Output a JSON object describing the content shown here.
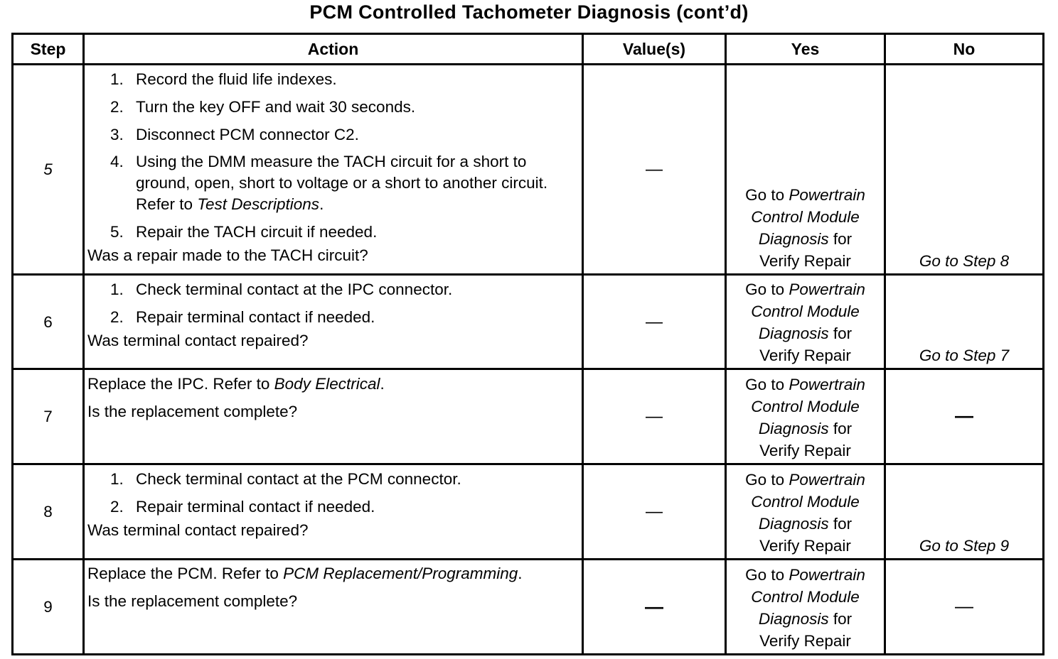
{
  "title": "PCM Controlled Tachometer Diagnosis (cont’d)",
  "headers": {
    "step": "Step",
    "action": "Action",
    "values": "Value(s)",
    "yes": "Yes",
    "no": "No"
  },
  "yes_text": {
    "prefix": "Go to",
    "link": "Powertrain Control Module Diagnosis",
    "suffix": "for Verify Repair",
    "line1a": "Go to",
    "line1b": "Powertrain",
    "line2": "Control Module",
    "line3a": "Diagnosis",
    "line3b": "for",
    "line4": "Verify Repair"
  },
  "rows": [
    {
      "step": "5",
      "items": [
        {
          "n": "1.",
          "text": "Record the fluid life indexes."
        },
        {
          "n": "2.",
          "text": "Turn the key OFF and wait 30 seconds."
        },
        {
          "n": "3.",
          "text": "Disconnect PCM connector C2."
        },
        {
          "n": "4.",
          "text": "Using the DMM measure the TACH circuit for a short to ground, open, short to voltage or a short to another circuit. Refer to",
          "ref": "Test Descriptions",
          "end": "."
        },
        {
          "n": "5.",
          "text": "Repair the TACH circuit if needed."
        }
      ],
      "question": "Was a repair made to the TACH circuit?",
      "value": "—",
      "no": "Go to Step 8"
    },
    {
      "step": "6",
      "items": [
        {
          "n": "1.",
          "text": "Check terminal contact at the IPC connector."
        },
        {
          "n": "2.",
          "text": "Repair terminal contact if needed."
        }
      ],
      "question": "Was terminal contact repaired?",
      "value": "—",
      "no": "Go to Step 7"
    },
    {
      "step": "7",
      "para_text": "Replace the IPC. Refer to",
      "para_ref": "Body Electrical",
      "para_end": ".",
      "question": "Is the replacement complete?",
      "value": "—",
      "no": "—"
    },
    {
      "step": "8",
      "items": [
        {
          "n": "1.",
          "text": "Check terminal contact at the PCM connector."
        },
        {
          "n": "2.",
          "text": "Repair terminal contact if needed."
        }
      ],
      "question": "Was terminal contact repaired?",
      "value": "—",
      "no": "Go to Step 9"
    },
    {
      "step": "9",
      "para_text": "Replace the PCM. Refer to",
      "para_ref": "PCM Replacement/Programming",
      "para_end": ".",
      "question": "Is the replacement complete?",
      "value": "—",
      "no": "—"
    }
  ]
}
